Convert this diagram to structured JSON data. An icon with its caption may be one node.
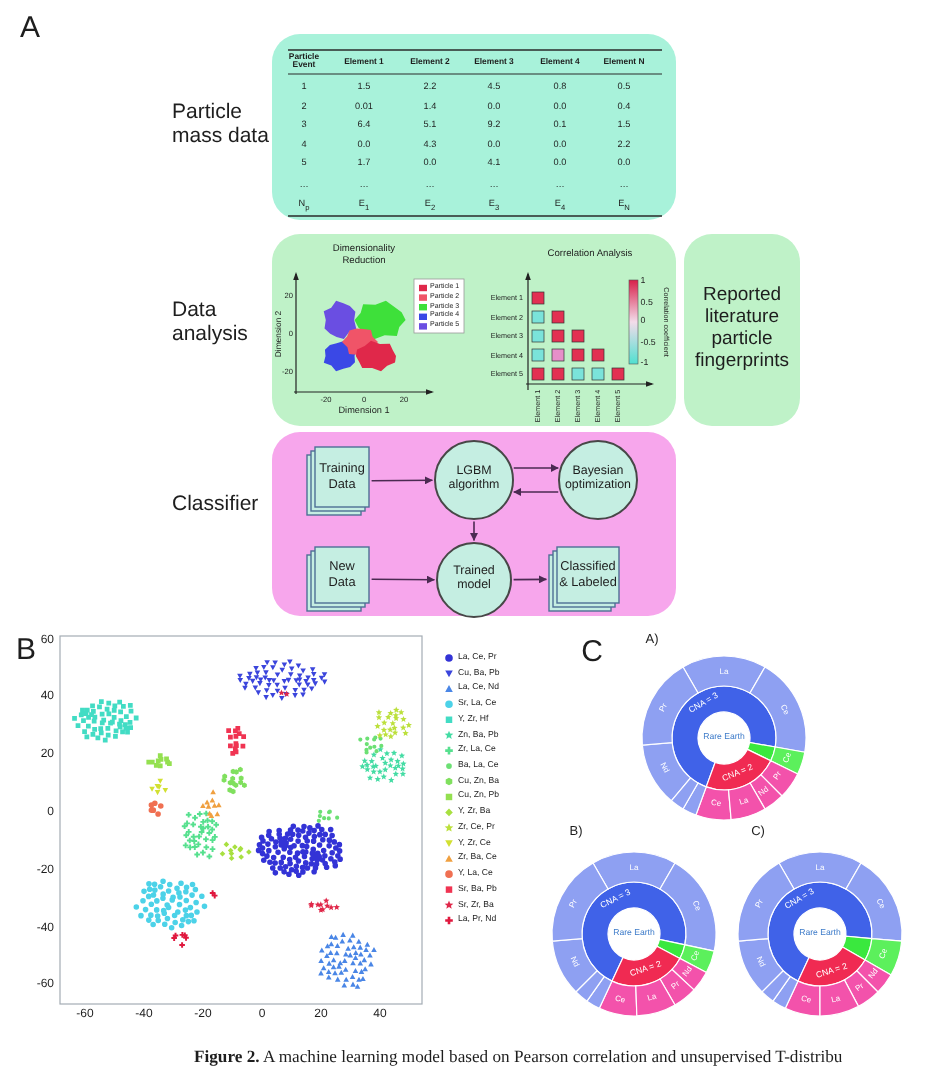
{
  "diagram": {
    "caption": "**Figure 2.** A machine learning model based on Pearson correlation and unsupervised T-distribu",
    "nodes": [
      {
        "text": [
          "Particle mass data"
        ]
      },
      {
        "text": [
          "Data analysis",
          "Dimensionality Reduction",
          "Correlation Analysis"
        ]
      },
      {
        "text": [
          "Reported literature particle fingerprints"
        ]
      },
      {
        "text": [
          "Classifier"
        ]
      },
      {
        "text": [
          "Training Data"
        ],
        "in": 3
      },
      {
        "text": [
          "LGBM algorithm"
        ],
        "in": 3
      },
      {
        "text": [
          "Bayesian optimization"
        ],
        "in": 3
      },
      {
        "text": [
          "New Data"
        ],
        "in": 3
      },
      {
        "text": [
          "Trained model"
        ],
        "in": 3
      },
      {
        "text": [
          "Classified & Labeled"
        ],
        "in": 3
      }
    ],
    "edges": [
      {
        "from": 4,
        "to": 5,
        "arrow": "to"
      },
      {
        "from": 5,
        "to": 6,
        "arrow": "to"
      },
      {
        "from": 6,
        "to": 5,
        "arrow": "to"
      },
      {
        "from": 5,
        "to": 8,
        "arrow": "to"
      },
      {
        "from": 7,
        "to": 8,
        "arrow": "to"
      },
      {
        "from": 8,
        "to": 9,
        "arrow": "to"
      }
    ],
    "labels": [
      "A",
      "Particle Event",
      "Element 1",
      "Element 2",
      "Element 3",
      "Element 4",
      "Element N",
      "1",
      "1.5",
      "2.2",
      "4.5",
      "0.8",
      "0.5",
      "2",
      "0.01",
      "1.4",
      "0.0",
      "0.0",
      "0.4",
      "3",
      "6.4",
      "5.1",
      "9.2",
      "0.1",
      "1.5",
      "4",
      "0.0",
      "4.3",
      "0.0",
      "0.0",
      "2.2",
      "5",
      "1.7",
      "0.0",
      "4.1",
      "0.0",
      "0.0",
      "…",
      "…",
      "…",
      "…",
      "…",
      "…",
      "N$_{p}$",
      "E$_{1}$",
      "E$_{2}$",
      "E$_{3}$",
      "E$_{4}$",
      "E$_{N}$",
      "Dimension 2",
      "20",
      "0",
      "-20",
      "-20",
      "0",
      "20",
      "Dimension 1",
      "Element 1",
      "Element 2",
      "Element 3",
      "Element 4",
      "Element 5",
      "Element 1",
      "Element 2",
      "Element 3",
      "Element 4",
      "Element 5",
      "1",
      "0.5",
      "0",
      "-0.5",
      "-1",
      "Correlation coefficient",
      "B",
      "60",
      "40",
      "20",
      "0",
      "-20",
      "-40",
      "-60",
      "-60",
      "-40",
      "-20",
      "0",
      "20",
      "40",
      "C",
      "A)",
      "Rare Earth",
      "CNA = 3",
      "CNA = 2",
      "La",
      "Ce",
      "Ce",
      "Pr",
      "Nd",
      "Ce",
      "La",
      "Nd",
      "Pr",
      "B)",
      "Rare Earth",
      "CNA = 3",
      "CNA = 2",
      "La",
      "Ce",
      "Ce",
      "Nd",
      "Pr",
      "Ce",
      "La",
      "Nd",
      "Pr",
      "C)",
      "Rare Earth",
      "CNA = 3",
      "CNA = 2",
      "La",
      "Ce",
      "Ce",
      "Nd",
      "Pr",
      "Ce",
      "La",
      "Nd",
      "Pr"
    ],
    "legend": [
      {
        "text": "Particle 1",
        "color": "#e0284a"
      },
      {
        "text": "Particle 2",
        "color": "#f05468"
      },
      {
        "text": "Particle 3",
        "color": "#3ee03a"
      },
      {
        "text": "Particle 4",
        "color": "#3a48e6"
      },
      {
        "text": "Particle 5",
        "color": "#6a4ee2"
      },
      {
        "text": "La, Ce, Pr",
        "color": "#3333d6"
      },
      {
        "text": "Cu, Ba, Pb",
        "color": "#3b45dc"
      },
      {
        "text": "La, Ce, Nd",
        "color": "#4a86e6"
      },
      {
        "text": "Sr, La, Ce",
        "color": "#4cd2e8"
      },
      {
        "text": "Y, Zr, Hf",
        "color": "#42dcc4"
      },
      {
        "text": "Zn, Ba, Pb",
        "color": "#44dca4"
      },
      {
        "text": "Zr, La, Ce",
        "color": "#56e08e"
      },
      {
        "text": "Ba, La, Ce",
        "color": "#6ce074"
      },
      {
        "text": "Cu, Zn, Ba",
        "color": "#80e05e"
      },
      {
        "text": "Cu, Zn, Pb",
        "color": "#94e050"
      },
      {
        "text": "Y, Zr, Ba",
        "color": "#a8e040"
      },
      {
        "text": "Zr, Ce, Pr",
        "color": "#bce03c"
      },
      {
        "text": "Y, Zr, Ce",
        "color": "#d2e032"
      },
      {
        "text": "Zr, Ba, Ce",
        "color": "#f0a040"
      },
      {
        "text": "Y, La, Ce",
        "color": "#f07052"
      },
      {
        "text": "Sr, Ba, Pb",
        "color": "#f03452"
      },
      {
        "text": "Sr, Zr, Ba",
        "color": "#e0284a"
      },
      {
        "text": "La, Pr, Nd",
        "color": "#e0183e"
      }
    ]
  }
}
